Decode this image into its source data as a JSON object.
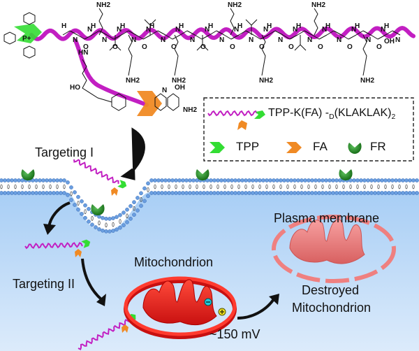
{
  "figure": {
    "type": "schematic",
    "description": "Dual-targeting peptide TPP-K(FA)-D(KLAKLAK)2 entering cell via folate receptor and targeting mitochondria"
  },
  "molecule": {
    "amine_label": "NH2",
    "amine_sub": "2",
    "amine_prefix": "NH",
    "carbonyl": "O",
    "nh": "N",
    "h": "H",
    "hydroxyl": "OH",
    "acid": "HO",
    "phosphonium": "P",
    "phosphonium_charge": "+",
    "hn_label": "HN"
  },
  "legend": {
    "compound_prefix": "TPP-K(FA) -",
    "compound_sub": "D",
    "compound_suffix": "(KLAKLAK)",
    "compound_suffix_sub": "2",
    "items": [
      {
        "label": "TPP",
        "icon": "tpp-green-chevron-icon",
        "color": "#33dd33"
      },
      {
        "label": "FA",
        "icon": "fa-orange-chevron-icon",
        "color": "#f08a24"
      },
      {
        "label": "FR",
        "icon": "fr-green-receptor-icon",
        "color": "#1f8a1f"
      }
    ]
  },
  "labels": {
    "targeting_1": "Targeting I",
    "targeting_2": "Targeting II",
    "plasma_membrane": "Plasma membrane",
    "mitochondrion": "Mitochondrion",
    "potential": "~150 mV",
    "destroyed_line1": "Destroyed",
    "destroyed_line2": "Mitochondrion",
    "minus": "−",
    "plus": "+"
  },
  "colors": {
    "peptide": "#c21fc2",
    "tpp": "#33dd33",
    "fa": "#f08a24",
    "fr": "#1f8a1f",
    "membrane": "#5b8fd6",
    "cytoplasm_top": "#a8cef5",
    "cytoplasm_bottom": "#d8e9fb",
    "mito": "#e8211f",
    "mito_destroyed": "#ef8080",
    "minus_charge": "#22ccdd",
    "plus_charge": "#f0e020"
  }
}
